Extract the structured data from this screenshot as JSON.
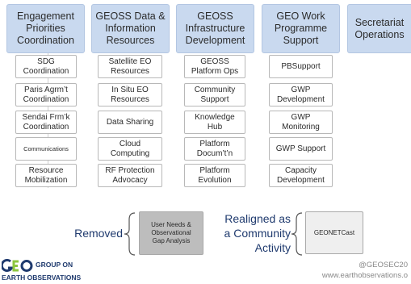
{
  "columns": [
    {
      "header": "Engagement\nPriorities\nCoordination",
      "items": [
        "SDG\nCoordination",
        "Paris Agrm’t\nCoordination",
        "Sendai Frm’k\nCoordination",
        "Communications",
        "Resource\nMobilization"
      ]
    },
    {
      "header": "GEOSS Data &\nInformation\nResources",
      "items": [
        "Satellite EO\nResources",
        "In Situ EO\nResources",
        "Data Sharing",
        "Cloud\nComputing",
        "RF Protection\nAdvocacy"
      ]
    },
    {
      "header": "GEOSS\nInfrastructure\nDevelopment",
      "items": [
        "GEOSS\nPlatform Ops",
        "Community\nSupport",
        "Knowledge\nHub",
        "Platform\nDocum’t’n",
        "Platform\nEvolution"
      ]
    },
    {
      "header": "GEO Work\nProgramme\nSupport",
      "items": [
        "PBSupport",
        "GWP\nDevelopment",
        "GWP\nMonitoring",
        "GWP Support",
        "Capacity\nDevelopment"
      ]
    },
    {
      "header": "Secretariat\nOperations",
      "items": []
    }
  ],
  "legend": {
    "removed_label": "Removed",
    "removed_item": "User Needs &\nObservational\nGap Analysis",
    "realigned_label": "Realigned as a\nCommunity\nActivity",
    "realigned_item": "GEONETCast"
  },
  "colors": {
    "header_fill": "#c9d9ef",
    "removed_fill": "#bdbdbd",
    "realigned_fill": "#efefef",
    "brand_blue": "#1f3a6e",
    "logo_green": "#8dc63f"
  },
  "footer": {
    "logo_line1": "GROUP ON",
    "logo_line2": "EARTH OBSERVATIONS",
    "handle": "@GEOSEC20",
    "url": "www.earthobservations.o"
  }
}
